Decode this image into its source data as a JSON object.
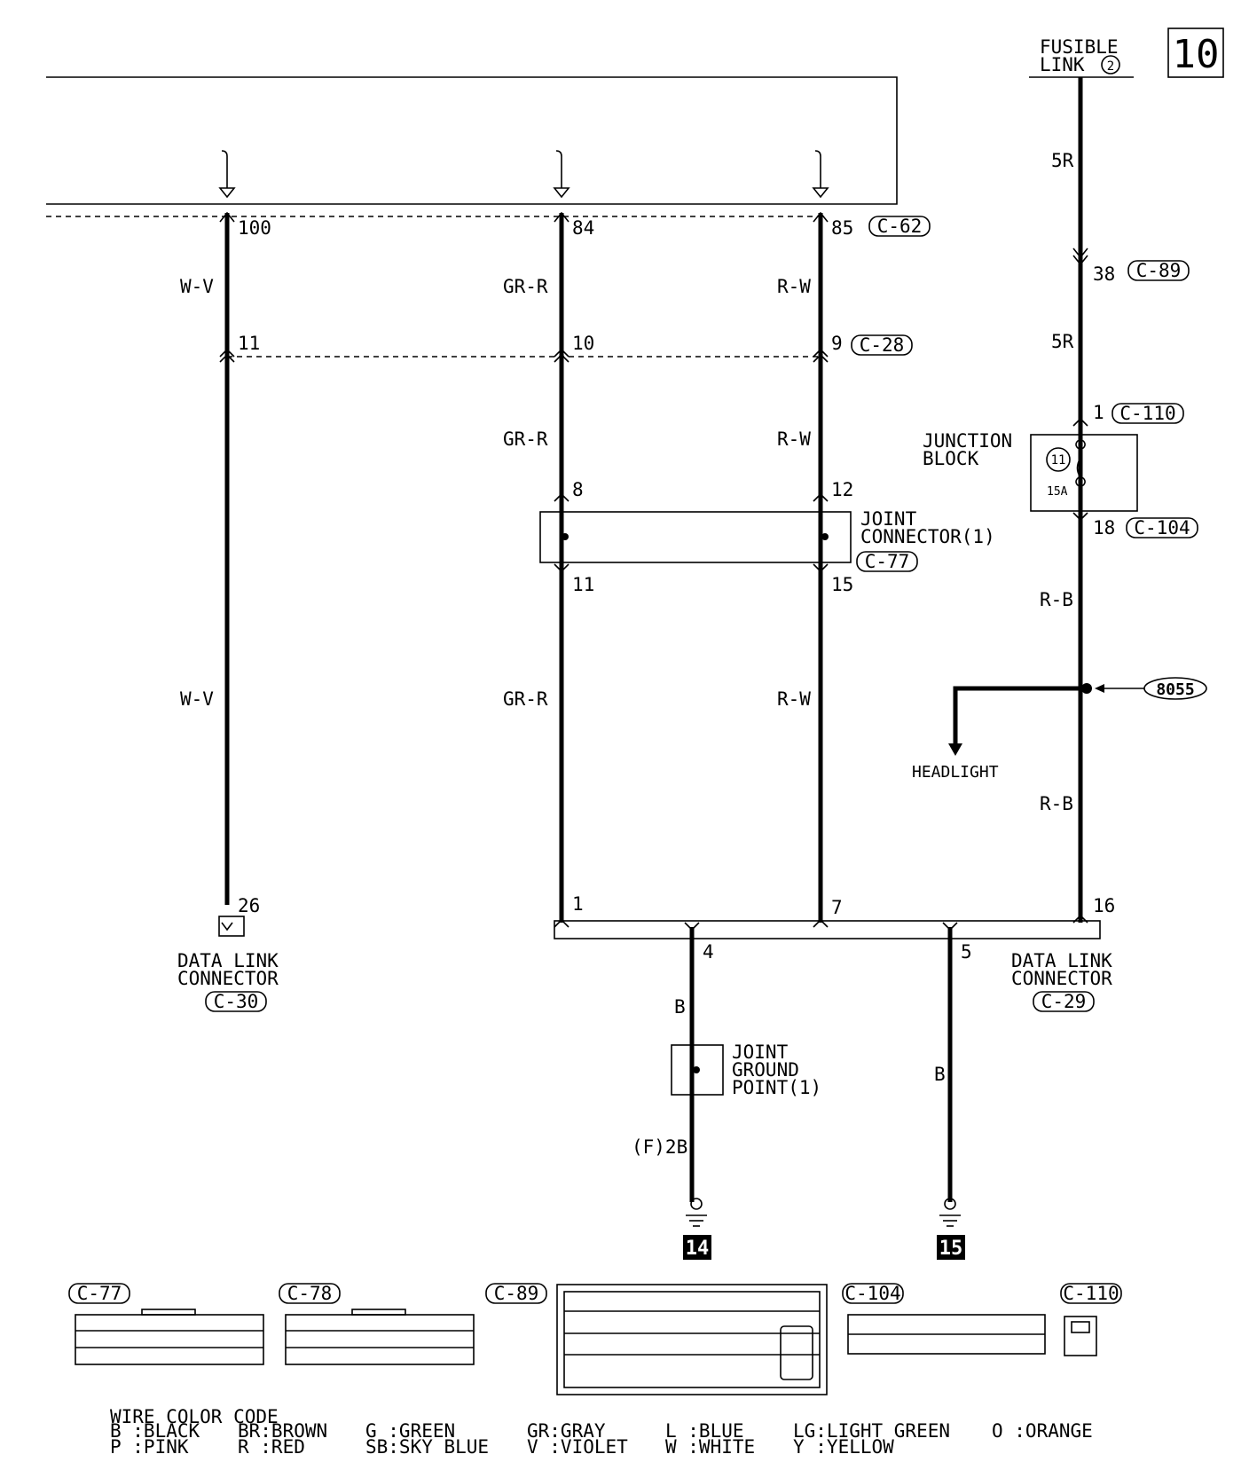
{
  "page_number": "10",
  "fusible_link": {
    "line1": "FUSIBLE",
    "line2": "LINK",
    "num": "2"
  },
  "wires": {
    "w_v": "W-V",
    "gr_r": "GR-R",
    "r_w": "R-W",
    "r5": "5R",
    "r_b": "R-B",
    "b": "B",
    "f2b": "(F)2B"
  },
  "connectors": {
    "c62": "C-62",
    "c28": "C-28",
    "c89": "C-89",
    "c110": "C-110",
    "c104": "C-104",
    "c77": "C-77",
    "c30": "C-30",
    "c29": "C-29",
    "c78": "C-78"
  },
  "pins": {
    "p100": "100",
    "p84": "84",
    "p85": "85",
    "p11a": "11",
    "p10": "10",
    "p9": "9",
    "p8": "8",
    "p12": "12",
    "p11b": "11",
    "p15": "15",
    "p38": "38",
    "p1a": "1",
    "p18": "18",
    "p26": "26",
    "p1b": "1",
    "p7": "7",
    "p16": "16",
    "p4": "4",
    "p5": "5"
  },
  "labels": {
    "junction_block": [
      "JUNCTION",
      "BLOCK"
    ],
    "fuse_num": "11",
    "fuse_amp": "15A",
    "joint_connector": [
      "JOINT",
      "CONNECTOR(1)"
    ],
    "splice": "8055",
    "headlight": "HEADLIGHT",
    "dlc_left": [
      "DATA LINK",
      "CONNECTOR"
    ],
    "dlc_right": [
      "DATA LINK",
      "CONNECTOR"
    ],
    "joint_ground": [
      "JOINT",
      "GROUND",
      "POINT(1)"
    ],
    "ground_14": "14",
    "ground_15": "15"
  },
  "wire_color_code": {
    "title": "WIRE COLOR CODE",
    "row1": [
      "B :BLACK",
      "BR:BROWN",
      "G :GREEN",
      "GR:GRAY",
      "L :BLUE",
      "LG:LIGHT GREEN",
      "O :ORANGE"
    ],
    "row2": [
      "P :PINK",
      "R :RED",
      "SB:SKY BLUE",
      "V :VIOLET",
      "W :WHITE",
      "Y :YELLOW"
    ]
  }
}
